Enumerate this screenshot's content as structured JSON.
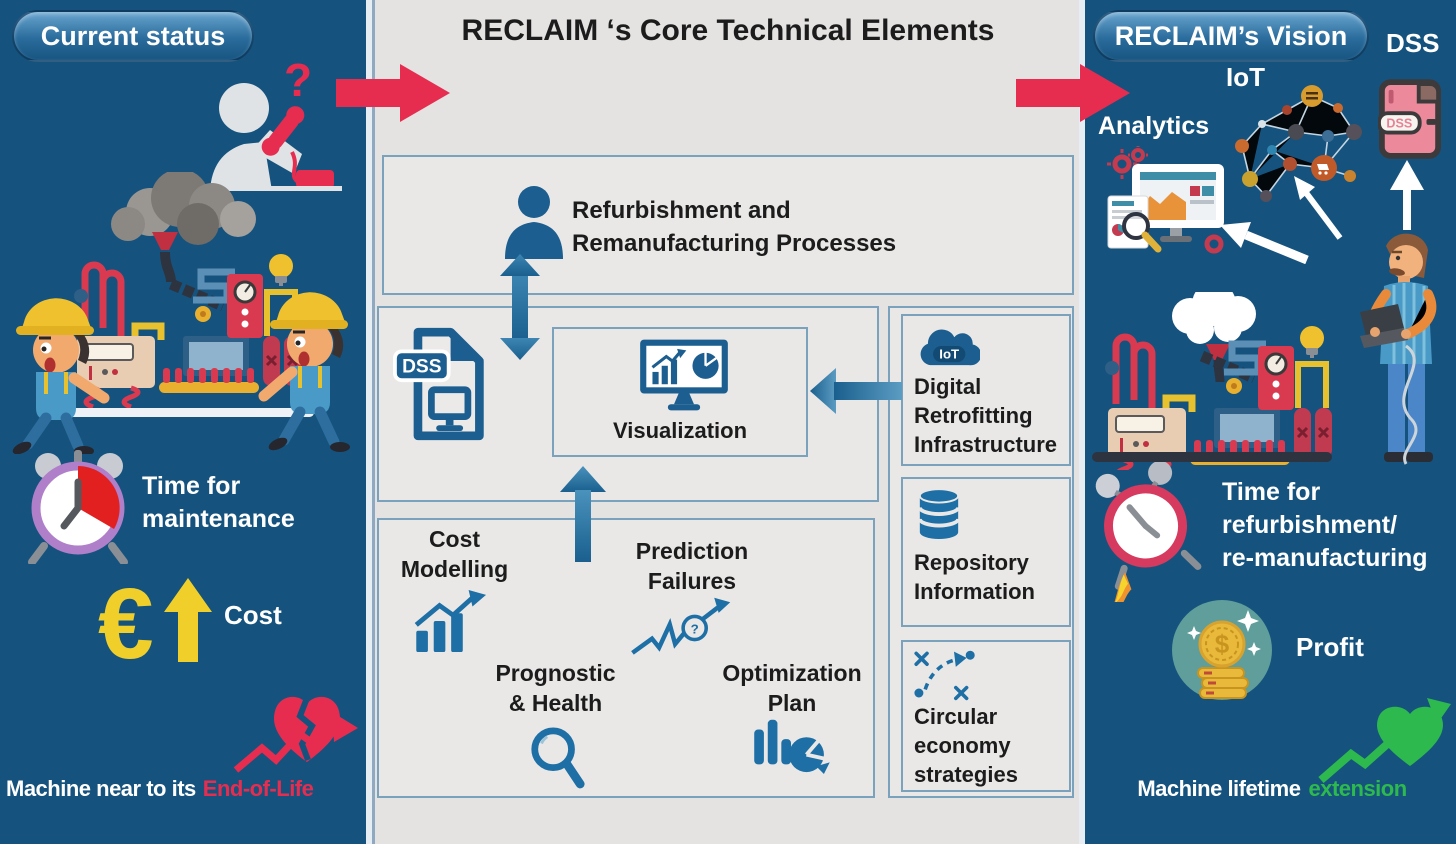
{
  "colors": {
    "panel_blue": "#15537e",
    "panel_gray": "#e4e3e2",
    "accent_red": "#e62d50",
    "steel_blue": "#1d6fa5",
    "icon_blue": "#1b5e8f",
    "accent_yellow": "#f0cf2a",
    "accent_green": "#2eb94e",
    "box_border": "#7aa2bd"
  },
  "left_panel": {
    "badge": "Current status",
    "question_glyph": "?",
    "time": {
      "line1": "Time for",
      "line2": "maintenance"
    },
    "cost": {
      "symbol": "€",
      "label": "Cost"
    },
    "eol": {
      "white": "Machine near to its",
      "red": "End-of-Life"
    }
  },
  "center_panel": {
    "title": "RECLAIM ‘s Core Technical Elements",
    "refurbishment": {
      "line1": "Refurbishment and",
      "line2": "Remanufacturing Processes"
    },
    "dss_file_label": "DSS",
    "visualization_label": "Visualization",
    "modules": {
      "cost_modelling": {
        "line1": "Cost",
        "line2": "Modelling"
      },
      "prediction_failures": {
        "line1": "Prediction",
        "line2": "Failures",
        "glyph": "?"
      },
      "prognostic_health": {
        "line1": "Prognostic",
        "line2": "& Health"
      },
      "optimization_plan": {
        "line1": "Optimization",
        "line2": "Plan"
      }
    },
    "right_column": {
      "iot_badge": "IoT",
      "digital_retrofitting": {
        "line1": "Digital",
        "line2": "Retrofitting",
        "line3": "Infrastructure"
      },
      "repository": {
        "line1": "Repository",
        "line2": "Information"
      },
      "circular_economy": {
        "line1": "Circular",
        "line2": "economy",
        "line3": "strategies"
      }
    }
  },
  "right_panel": {
    "badge": "RECLAIM’s Vision",
    "dss_label": "DSS",
    "dss_book_label": "DSS",
    "iot_label": "IoT",
    "analytics_label": "Analytics",
    "time": {
      "line1": "Time for",
      "line2": "refurbishment/",
      "line3": "re-manufacturing"
    },
    "profit_label": "Profit",
    "profit_glyph": "$",
    "lifetime": {
      "white": "Machine lifetime",
      "green": "extension"
    }
  }
}
